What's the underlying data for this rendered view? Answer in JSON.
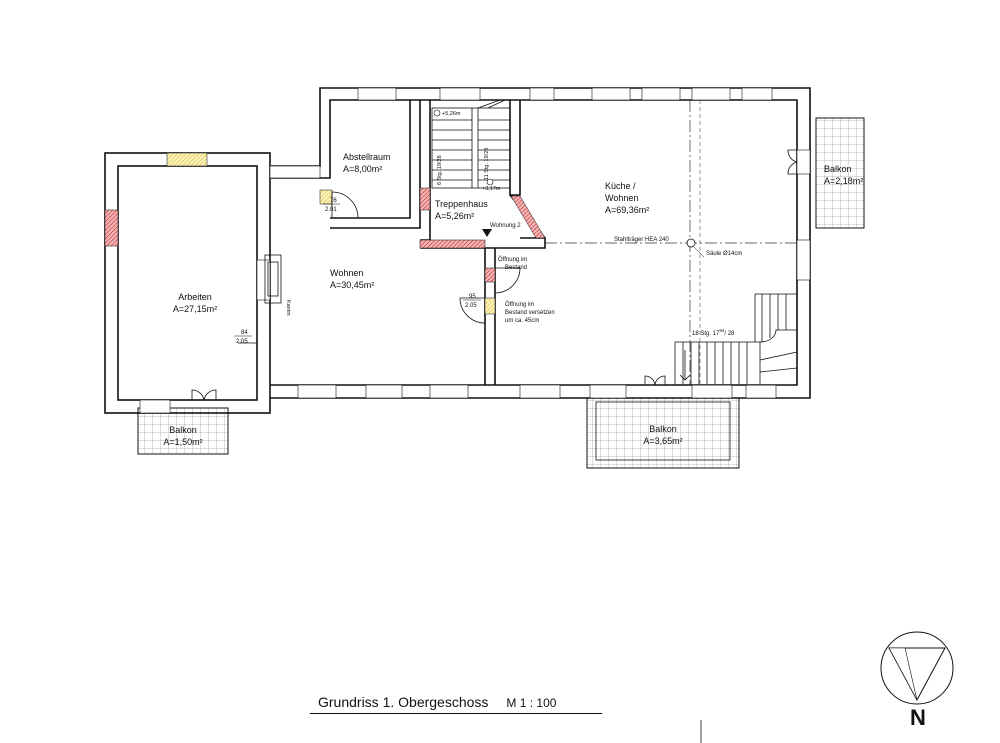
{
  "title": "Grundriss 1. Obergeschoss",
  "scale": "M 1 : 100",
  "north": "N",
  "rooms": {
    "arbeiten": {
      "name": "Arbeiten",
      "area": "A=27,15m²"
    },
    "wohnen": {
      "name": "Wohnen",
      "area": "A=30,45m²"
    },
    "abstellraum": {
      "name": "Abstellraum",
      "area": "A=8,00m²"
    },
    "treppenhaus": {
      "name": "Treppenhaus",
      "area": "A=5,26m²"
    },
    "kueche": {
      "name1": "Küche /",
      "name2": "Wohnen",
      "area": "A=69,36m²"
    },
    "balkon_west": {
      "name": "Balkon",
      "area": "A=1,50m²"
    },
    "balkon_south": {
      "name": "Balkon",
      "area": "A=3,65m²"
    },
    "balkon_east": {
      "name": "Balkon",
      "area": "A=2,18m²"
    }
  },
  "doors": {
    "d76": {
      "width": "76",
      "height": "2.01"
    },
    "d84": {
      "width": "84",
      "height": "2.05"
    },
    "d95": {
      "width": "95",
      "height": "2.05"
    }
  },
  "annotations": {
    "kamin": "Kamin",
    "wohnung2": "Wohnung 2",
    "stahltraeger": "Stahlträger HEA 240",
    "saeule": "Säule Ø14cm",
    "oeffnung1_l1": "Öffnung im",
    "oeffnung1_l2": "Bestand",
    "oeffnung2_l1": "Öffnung im",
    "oeffnung2_l2": "Bestand versetzen",
    "oeffnung2_l3": "um ca. 45cm",
    "stair_main": "18 Stg. 17",
    "stair_main_frac": "94",
    "stair_main_end": "/ 28",
    "stair_a": "6 Stg. 19/28",
    "stair_b": "11 Stg. 19/28",
    "level_top": "+5,26m",
    "level_low": "+3,17m"
  }
}
